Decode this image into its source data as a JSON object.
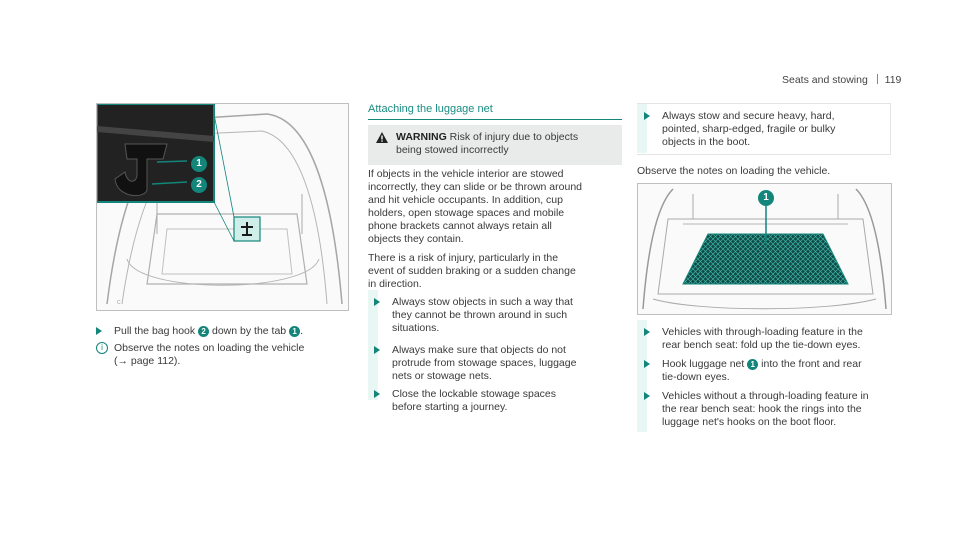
{
  "header": {
    "section": "Seats and stowing",
    "page_number": "119"
  },
  "col1": {
    "figure1": {
      "callouts": [
        "1",
        "2"
      ]
    },
    "step1": {
      "pre": "Pull the bag hook",
      "badge1": "2",
      "mid": "down by the tab",
      "badge2": "1",
      "post": "."
    },
    "note": {
      "line1": "Observe the notes on loading the vehicle",
      "line2": "(→ page 112)."
    }
  },
  "col2": {
    "title": "Attaching the luggage net",
    "warning": {
      "label": "WARNING",
      "line1": "Risk of injury due to objects",
      "line2": "being stowed incorrectly"
    },
    "para1": [
      "If objects in the vehicle interior are stowed",
      "incorrectly, they can slide or be thrown around",
      "and hit vehicle occupants. In addition, cup",
      "holders, open stowage spaces and mobile",
      "phone brackets cannot always retain all",
      "objects they contain."
    ],
    "para2": [
      "There is a risk of injury, particularly in the",
      "event of sudden braking or a sudden change",
      "in direction."
    ],
    "bullets": [
      [
        "Always stow objects in such a way that",
        "they cannot be thrown around in such",
        "situations."
      ],
      [
        "Always make sure that objects do not",
        "protrude from stowage spaces, luggage",
        "nets or stowage nets."
      ],
      [
        "Close the lockable stowage spaces",
        "before starting a journey."
      ]
    ]
  },
  "col3": {
    "bullet_top": [
      "Always stow and secure heavy, hard,",
      "pointed, sharp-edged, fragile or bulky",
      "objects in the boot."
    ],
    "observe": "Observe the notes on loading the vehicle.",
    "figure2": {
      "callout": "1"
    },
    "bullet1": [
      "Vehicles with through-loading feature in the",
      "rear bench seat: fold up the tie-down eyes."
    ],
    "bullet2": {
      "pre": "Hook luggage net",
      "badge": "1",
      "post": "into the front and rear",
      "line2": "tie-down eyes."
    },
    "bullet3": [
      "Vehicles without a through-loading feature in",
      "the rear bench seat: hook the rings into the",
      "luggage net's hooks on the boot floor."
    ]
  },
  "colors": {
    "accent": "#13857a",
    "panel": "#e8f6f4"
  }
}
